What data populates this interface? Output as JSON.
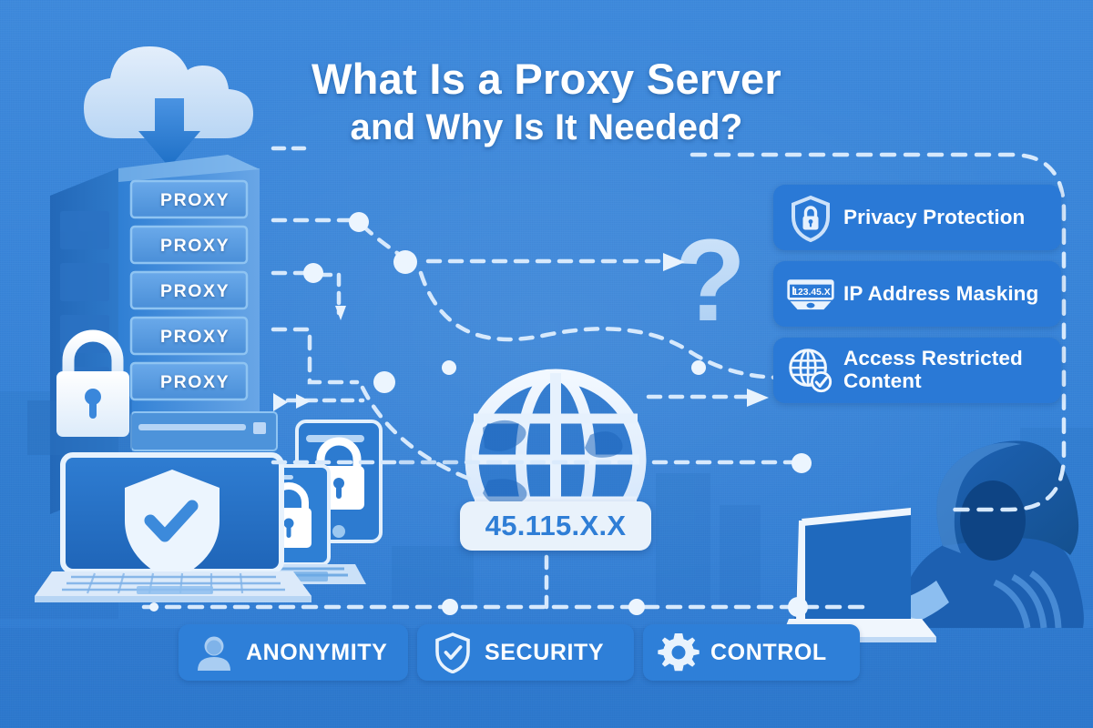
{
  "meta": {
    "kind": "infographic",
    "background_color": "#3a87db",
    "accent_light": "#cfe4fa",
    "card_color": "#2a79d6",
    "pill_color": "#2e7fd8",
    "text_color": "#ffffff",
    "badge_bg": "#e9f2fb",
    "badge_text_color": "#2f7ed6"
  },
  "title": {
    "line1": "What Is a Proxy Server",
    "line2": "and Why Is It Needed?"
  },
  "server_rack": {
    "icon": "cloud-download-icon",
    "lock_icon": "padlock-icon",
    "slots": [
      {
        "label": "PROXY"
      },
      {
        "label": "PROXY"
      },
      {
        "label": "PROXY"
      },
      {
        "label": "PROXY"
      },
      {
        "label": "PROXY"
      }
    ]
  },
  "devices": {
    "laptop_icon": "shield-check-icon",
    "tablet_icon": "padlock-icon",
    "phone_icon": "padlock-icon",
    "small_laptop_icon": "padlock-icon"
  },
  "center": {
    "globe_icon": "globe-icon",
    "ip_address": "45.115.X.X",
    "question_mark": "?"
  },
  "benefit_cards": [
    {
      "id": "privacy-protection",
      "label": "Privacy Protection",
      "icon": "shield-lock-icon"
    },
    {
      "id": "ip-address-masking",
      "label": "IP Address Masking",
      "icon": "monitor-ip-icon",
      "icon_text": "123.45.X"
    },
    {
      "id": "access-restricted-content",
      "label_line1": "Access Restricted",
      "label_line2": "Content",
      "icon": "globe-check-icon"
    }
  ],
  "bottom_pills": [
    {
      "id": "anonymity",
      "label": "ANONYMITY",
      "icon": "person-icon"
    },
    {
      "id": "security",
      "label": "SECURITY",
      "icon": "shield-check-icon"
    },
    {
      "id": "control",
      "label": "CONTROL",
      "icon": "gear-icon"
    }
  ],
  "figures": {
    "hacker": "hooded-figure-with-laptop"
  }
}
